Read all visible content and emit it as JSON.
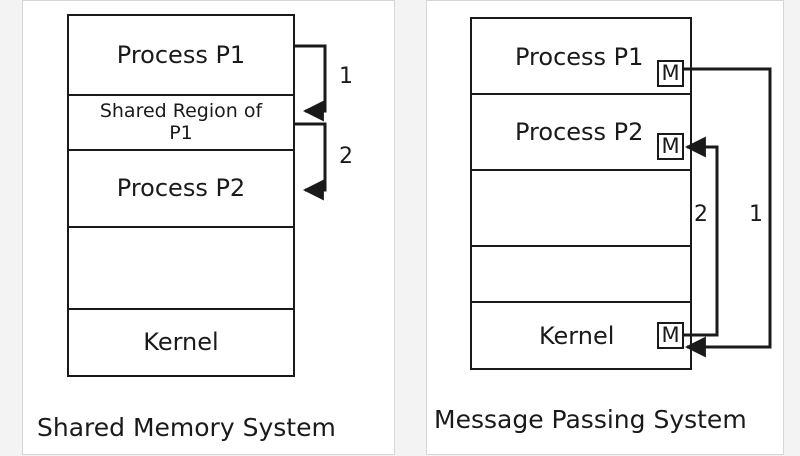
{
  "shared_memory": {
    "caption": "Shared Memory System",
    "regions": {
      "p1": "Process P1",
      "shared": "Shared Region of P1",
      "p2": "Process P2",
      "empty": "",
      "kernel": "Kernel"
    },
    "arrow_1_label": "1",
    "arrow_2_label": "2"
  },
  "message_passing": {
    "caption": "Message Passing System",
    "regions": {
      "p1": "Process P1",
      "p2": "Process P2",
      "empty_1": "",
      "empty_2": "",
      "kernel": "Kernel"
    },
    "message_box_label": "M",
    "arrow_1_label": "1",
    "arrow_2_label": "2"
  }
}
